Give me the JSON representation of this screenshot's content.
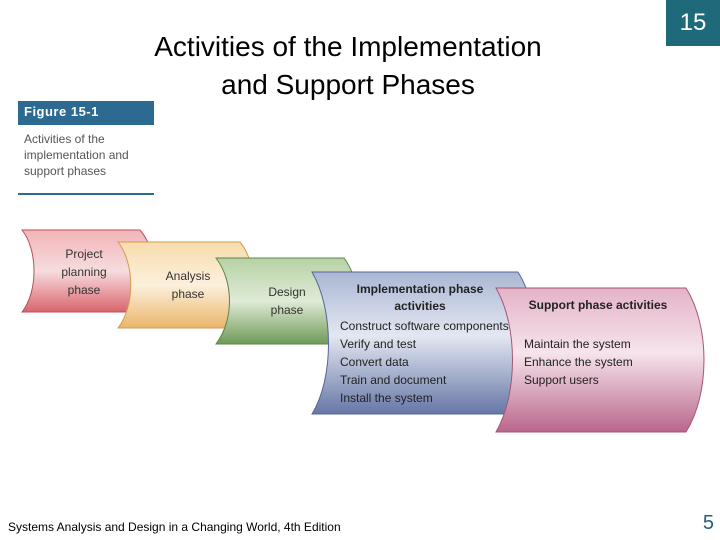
{
  "slide": {
    "title_line1": "Activities of the Implementation",
    "title_line2": "and Support Phases",
    "chapter_number": "15",
    "footer": "Systems Analysis and Design in a Changing World, 4th Edition",
    "page_number": "5"
  },
  "figure": {
    "label": "Figure 15-1",
    "caption": "Activities of the implementation and support phases"
  },
  "phases": {
    "project_planning": {
      "line1": "Project",
      "line2": "planning",
      "line3": "phase",
      "color": "#d9646d"
    },
    "analysis": {
      "line1": "Analysis",
      "line2": "phase",
      "color": "#f0c583"
    },
    "design": {
      "line1": "Design",
      "line2": "phase",
      "color": "#80a86a"
    },
    "implementation": {
      "title_line1": "Implementation phase",
      "title_line2": "activities",
      "color": "#7e8fb8",
      "activities": [
        "Construct software components",
        "Verify and test",
        "Convert data",
        "Train and document",
        "Install the system"
      ]
    },
    "support": {
      "title": "Support phase activities",
      "color": "#c97fa0",
      "activities": [
        "Maintain the system",
        "Enhance the system",
        "Support users"
      ]
    }
  },
  "colors": {
    "accent": "#1f6a7a",
    "figure_bar": "#2c6a92"
  }
}
